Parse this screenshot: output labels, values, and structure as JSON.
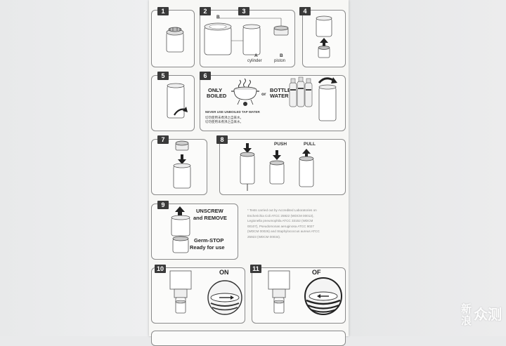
{
  "steps": {
    "s1": {
      "num": "1"
    },
    "s2": {
      "num": "2",
      "label_b": "B",
      "label_a": "A"
    },
    "s3": {
      "num": "3",
      "label_a": "A",
      "label_b": "B",
      "cap_a": "cylinder",
      "cap_b": "piston"
    },
    "s4": {
      "num": "4"
    },
    "s5": {
      "num": "5"
    },
    "s6": {
      "num": "6",
      "only_line1": "ONLY",
      "only_line2": "BOILED",
      "or": "or",
      "bottle_line1": "BOTTLE",
      "bottle_line2": "WATER",
      "warning": "NEVER USE UNBOILED TAP WATER",
      "cn_line1": "切勿使用未煮沸之自來水。",
      "cn_line2": "切勿使用未煮沸之自来水。"
    },
    "s7": {
      "num": "7"
    },
    "s8": {
      "num": "8",
      "push": "PUSH",
      "pull": "PULL"
    },
    "s9": {
      "num": "9",
      "unscrew_1": "UNSCREW",
      "unscrew_2": "and REMOVE",
      "germ_1": "Germ-STOP",
      "germ_2": "Ready for use"
    },
    "s10": {
      "num": "10",
      "state": "ON"
    },
    "s11": {
      "num": "11",
      "state": "OF"
    }
  },
  "test_note": [
    "* Tests carried out by Accredited Laboratories on",
    "Escherichia Coli ATCC 25922 (WDCM 00013),",
    "Legionella pneumophila ATCC 33152 (WDCM",
    "00107), Pseudomonas aeruginosa ATCC 9027",
    "(WDCM 00026) and Staphylococcus aureus ATCC",
    "25923 (WDCM 00034)."
  ],
  "watermark": {
    "line1": "新",
    "line2": "浪",
    "line3": "众测"
  },
  "colors": {
    "ink": "#3a3a3a",
    "paper": "#f7f7f5",
    "background": "#e9eaeb"
  }
}
